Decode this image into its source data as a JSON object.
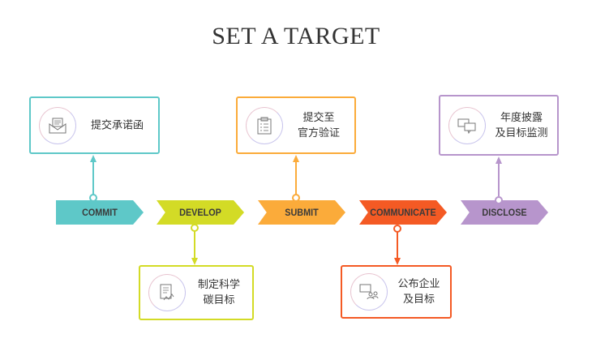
{
  "title": "SET A TARGET",
  "colors": {
    "commit": "#5ec8c8",
    "develop": "#d3db26",
    "submit": "#fbab3a",
    "communicate": "#f45a24",
    "disclose": "#b795cc"
  },
  "steps": [
    {
      "label": "COMMIT",
      "box_text": "提交承诺函",
      "icon": "envelope-letter-icon"
    },
    {
      "label": "DEVELOP",
      "box_text": "制定科学碳目标",
      "icon": "document-chart-icon"
    },
    {
      "label": "SUBMIT",
      "box_text": "提交至官方验证",
      "icon": "clipboard-checklist-icon"
    },
    {
      "label": "COMMUNICATE",
      "box_text": "公布企业及目标",
      "icon": "presentation-people-icon"
    },
    {
      "label": "DISCLOSE",
      "box_text": "年度披露及目标监测",
      "icon": "chat-bubbles-icon"
    }
  ],
  "box_lines": {
    "commit": [
      "提交承诺函"
    ],
    "develop": [
      "制定科学",
      "碳目标"
    ],
    "submit": [
      "提交至",
      "官方验证"
    ],
    "communicate": [
      "公布企业",
      "及目标"
    ],
    "disclose": [
      "年度披露",
      "及目标监测"
    ]
  }
}
